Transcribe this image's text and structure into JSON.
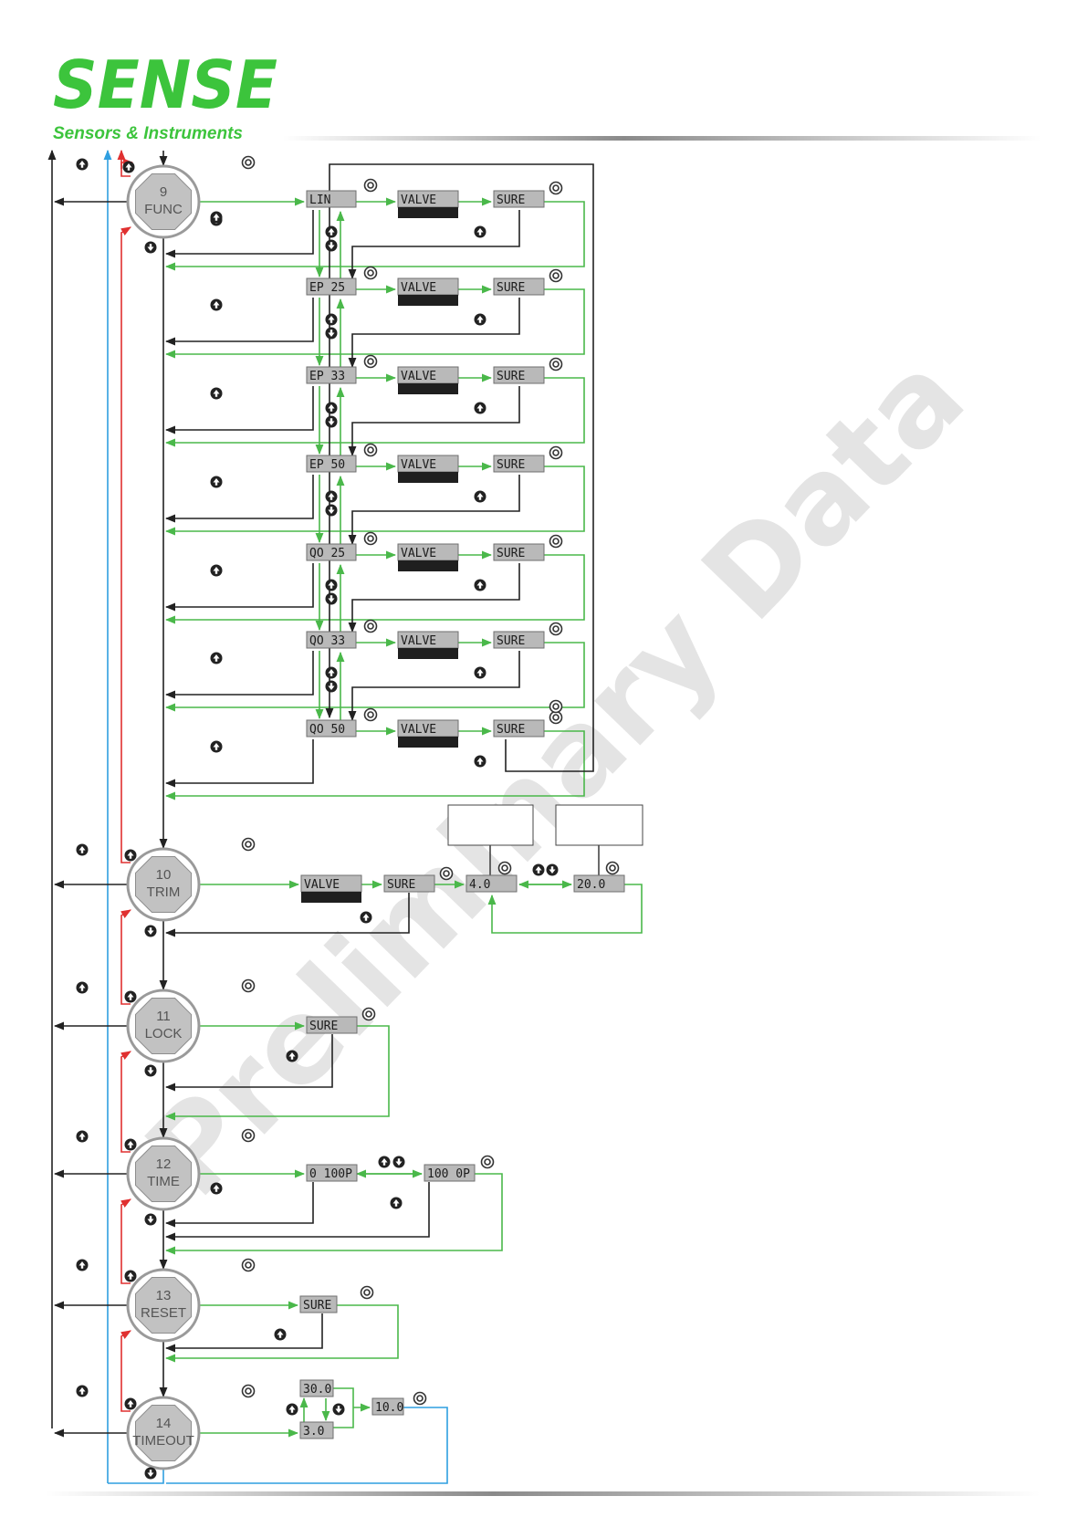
{
  "header": {
    "logo_word": "SENSE",
    "logo_tagline": "Sensors & Instruments"
  },
  "watermark": "Preliminary Data",
  "colors": {
    "brand_green": "#3cc43c",
    "flow_green": "#4ab84a",
    "flow_red": "#e03030",
    "flow_blue": "#2f9fe0",
    "flow_black": "#222222",
    "lcd_bg": "#b9b9b9",
    "lcd_bar": "#1f1f1f",
    "watermark": "#e2e2e2"
  },
  "icons": {
    "enter": "enter-icon",
    "up": "up-arrow-icon",
    "down": "down-arrow-icon"
  },
  "menus": [
    {
      "number": "9",
      "label": "FUNC"
    },
    {
      "number": "10",
      "label": "TRIM"
    },
    {
      "number": "11",
      "label": "LOCK"
    },
    {
      "number": "12",
      "label": "TIME"
    },
    {
      "number": "13",
      "label": "RESET"
    },
    {
      "number": "14",
      "label": "TIMEOUT"
    }
  ],
  "func_options": [
    "LIN",
    "EP 25",
    "EP 33",
    "EP 50",
    "QO 25",
    "QO 33",
    "QO 50"
  ],
  "labels": {
    "valve": "VALVE",
    "sure": "SURE"
  },
  "trim": {
    "low": "4.0",
    "high": "20.0"
  },
  "time": {
    "opt1": "0 100P",
    "opt2": "100 0P"
  },
  "timeout": {
    "opt_high": "30.0",
    "opt_low": "3.0",
    "value": "10.0"
  }
}
